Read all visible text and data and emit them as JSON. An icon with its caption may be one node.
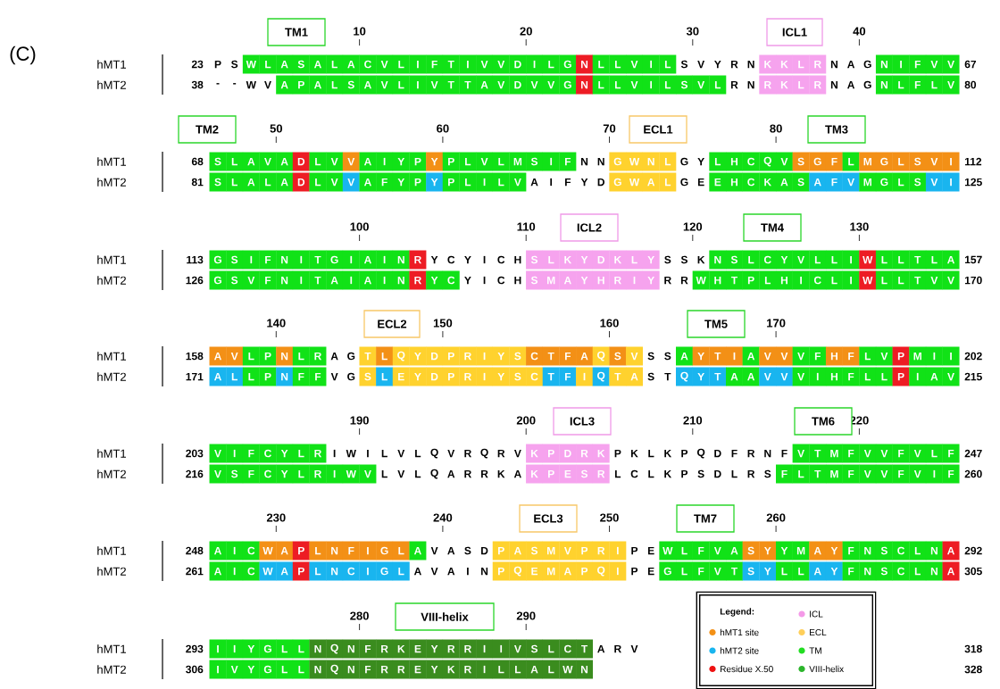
{
  "diagram": {
    "nodes": [
      {
        "text": [
          "TM1"
        ]
      },
      {
        "text": [
          "ICL1"
        ]
      },
      {
        "text": [
          "TM2"
        ]
      },
      {
        "text": [
          "ECL1"
        ]
      },
      {
        "text": [
          "TM3"
        ]
      },
      {
        "text": [
          "ICL2"
        ]
      },
      {
        "text": [
          "TM4"
        ]
      },
      {
        "text": [
          "ECL2"
        ]
      },
      {
        "text": [
          "TM5"
        ]
      },
      {
        "text": [
          "ICL3"
        ]
      },
      {
        "text": [
          "TM6"
        ]
      },
      {
        "text": [
          "ECL3"
        ]
      },
      {
        "text": [
          "TM7"
        ]
      },
      {
        "text": [
          "VIII-helix"
        ]
      }
    ],
    "labels": [
      "(C)",
      "10",
      "20",
      "30",
      "40",
      "hMT1",
      "23",
      "P",
      "S",
      "W",
      "L",
      "A",
      "S",
      "A",
      "L",
      "A",
      "C",
      "V",
      "L",
      "I",
      "F",
      "T",
      "I",
      "V",
      "V",
      "D",
      "I",
      "L",
      "G",
      "N",
      "L",
      "L",
      "V",
      "I",
      "L",
      "S",
      "V",
      "Y",
      "R",
      "N",
      "K",
      "K",
      "L",
      "R",
      "N",
      "A",
      "G",
      "N",
      "I",
      "F",
      "V",
      "V",
      "67",
      "hMT2",
      "38",
      "-",
      "-",
      "W",
      "V",
      "A",
      "P",
      "A",
      "L",
      "S",
      "A",
      "V",
      "L",
      "I",
      "V",
      "T",
      "T",
      "A",
      "V",
      "D",
      "V",
      "V",
      "G",
      "N",
      "L",
      "L",
      "V",
      "I",
      "L",
      "S",
      "V",
      "L",
      "R",
      "N",
      "R",
      "K",
      "L",
      "R",
      "N",
      "A",
      "G",
      "N",
      "L",
      "F",
      "L",
      "V",
      "80",
      "50",
      "60",
      "70",
      "80",
      "hMT1",
      "68",
      "S",
      "L",
      "A",
      "V",
      "A",
      "D",
      "L",
      "V",
      "V",
      "A",
      "I",
      "Y",
      "P",
      "Y",
      "P",
      "L",
      "V",
      "L",
      "M",
      "S",
      "I",
      "F",
      "N",
      "N",
      "G",
      "W",
      "N",
      "L",
      "G",
      "Y",
      "L",
      "H",
      "C",
      "Q",
      "V",
      "S",
      "G",
      "F",
      "L",
      "M",
      "G",
      "L",
      "S",
      "V",
      "I",
      "112",
      "hMT2",
      "81",
      "S",
      "L",
      "A",
      "L",
      "A",
      "D",
      "L",
      "V",
      "V",
      "A",
      "F",
      "Y",
      "P",
      "Y",
      "P",
      "L",
      "I",
      "L",
      "V",
      "A",
      "I",
      "F",
      "Y",
      "D",
      "G",
      "W",
      "A",
      "L",
      "G",
      "E",
      "E",
      "H",
      "C",
      "K",
      "A",
      "S",
      "A",
      "F",
      "V",
      "M",
      "G",
      "L",
      "S",
      "V",
      "I",
      "125",
      "100",
      "110",
      "120",
      "130",
      "hMT1",
      "113",
      "G",
      "S",
      "I",
      "F",
      "N",
      "I",
      "T",
      "G",
      "I",
      "A",
      "I",
      "N",
      "R",
      "Y",
      "C",
      "Y",
      "I",
      "C",
      "H",
      "S",
      "L",
      "K",
      "Y",
      "D",
      "K",
      "L",
      "Y",
      "S",
      "S",
      "K",
      "N",
      "S",
      "L",
      "C",
      "Y",
      "V",
      "L",
      "L",
      "I",
      "W",
      "L",
      "L",
      "T",
      "L",
      "A",
      "157",
      "hMT2",
      "126",
      "G",
      "S",
      "V",
      "F",
      "N",
      "I",
      "T",
      "A",
      "I",
      "A",
      "I",
      "N",
      "R",
      "Y",
      "C",
      "Y",
      "I",
      "C",
      "H",
      "S",
      "M",
      "A",
      "Y",
      "H",
      "R",
      "I",
      "Y",
      "R",
      "R",
      "W",
      "H",
      "T",
      "P",
      "L",
      "H",
      "I",
      "C",
      "L",
      "I",
      "W",
      "L",
      "L",
      "T",
      "V",
      "V",
      "170",
      "140",
      "150",
      "160",
      "170",
      "hMT1",
      "158",
      "A",
      "V",
      "L",
      "P",
      "N",
      "L",
      "R",
      "A",
      "G",
      "T",
      "L",
      "Q",
      "Y",
      "D",
      "P",
      "R",
      "I",
      "Y",
      "S",
      "C",
      "T",
      "F",
      "A",
      "Q",
      "S",
      "V",
      "S",
      "S",
      "A",
      "Y",
      "T",
      "I",
      "A",
      "V",
      "V",
      "V",
      "F",
      "H",
      "F",
      "L",
      "V",
      "P",
      "M",
      "I",
      "I",
      "202",
      "hMT2",
      "171",
      "A",
      "L",
      "L",
      "P",
      "N",
      "F",
      "F",
      "V",
      "G",
      "S",
      "L",
      "E",
      "Y",
      "D",
      "P",
      "R",
      "I",
      "Y",
      "S",
      "C",
      "T",
      "F",
      "I",
      "Q",
      "T",
      "A",
      "S",
      "T",
      "Q",
      "Y",
      "T",
      "A",
      "A",
      "V",
      "V",
      "V",
      "I",
      "H",
      "F",
      "L",
      "L",
      "P",
      "I",
      "A",
      "V",
      "215",
      "190",
      "200",
      "210",
      "220",
      "hMT1",
      "203",
      "V",
      "I",
      "F",
      "C",
      "Y",
      "L",
      "R",
      "I",
      "W",
      "I",
      "L",
      "V",
      "L",
      "Q",
      "V",
      "R",
      "Q",
      "R",
      "V",
      "K",
      "P",
      "D",
      "R",
      "K",
      "P",
      "K",
      "L",
      "K",
      "P",
      "Q",
      "D",
      "F",
      "R",
      "N",
      "F",
      "V",
      "T",
      "M",
      "F",
      "V",
      "V",
      "F",
      "V",
      "L",
      "F",
      "247",
      "hMT2",
      "216",
      "V",
      "S",
      "F",
      "C",
      "Y",
      "L",
      "R",
      "I",
      "W",
      "V",
      "L",
      "V",
      "L",
      "Q",
      "A",
      "R",
      "R",
      "K",
      "A",
      "K",
      "P",
      "E",
      "S",
      "R",
      "L",
      "C",
      "L",
      "K",
      "P",
      "S",
      "D",
      "L",
      "R",
      "S",
      "F",
      "L",
      "T",
      "M",
      "F",
      "V",
      "V",
      "F",
      "V",
      "I",
      "F",
      "260",
      "230",
      "240",
      "250",
      "260",
      "hMT1",
      "248",
      "A",
      "I",
      "C",
      "W",
      "A",
      "P",
      "L",
      "N",
      "F",
      "I",
      "G",
      "L",
      "A",
      "V",
      "A",
      "S",
      "D",
      "P",
      "A",
      "S",
      "M",
      "V",
      "P",
      "R",
      "I",
      "P",
      "E",
      "W",
      "L",
      "F",
      "V",
      "A",
      "S",
      "Y",
      "Y",
      "M",
      "A",
      "Y",
      "F",
      "N",
      "S",
      "C",
      "L",
      "N",
      "A",
      "292",
      "hMT2",
      "261",
      "A",
      "I",
      "C",
      "W",
      "A",
      "P",
      "L",
      "N",
      "C",
      "I",
      "G",
      "L",
      "A",
      "V",
      "A",
      "I",
      "N",
      "P",
      "Q",
      "E",
      "M",
      "A",
      "P",
      "Q",
      "I",
      "P",
      "E",
      "G",
      "L",
      "F",
      "V",
      "T",
      "S",
      "Y",
      "L",
      "L",
      "A",
      "Y",
      "F",
      "N",
      "S",
      "C",
      "L",
      "N",
      "A",
      "305",
      "280",
      "290",
      "hMT1",
      "293",
      "I",
      "I",
      "Y",
      "G",
      "L",
      "L",
      "N",
      "Q",
      "N",
      "F",
      "R",
      "K",
      "E",
      "Y",
      "R",
      "R",
      "I",
      "I",
      "V",
      "S",
      "L",
      "C",
      "T",
      "A",
      "R",
      "V",
      "318",
      "hMT2",
      "306",
      "I",
      "V",
      "Y",
      "G",
      "L",
      "L",
      "N",
      "Q",
      "N",
      "F",
      "R",
      "R",
      "E",
      "Y",
      "K",
      "R",
      "I",
      "L",
      "L",
      "A",
      "L",
      "W",
      "N",
      "328",
      "Legend:"
    ],
    "legend": [
      {
        "text": "ICL",
        "color": "#f49ae8"
      },
      {
        "text": "hMT1 site",
        "color": "#f39016"
      },
      {
        "text": "ECL",
        "color": "#ffcf5a"
      },
      {
        "text": "hMT2 site",
        "color": "#19b5ef"
      },
      {
        "text": "TM",
        "color": "#22dd22"
      },
      {
        "text": "Residue X.50",
        "color": "#ee1111"
      },
      {
        "text": "VIII-helix",
        "color": "#2bb52b"
      }
    ]
  }
}
